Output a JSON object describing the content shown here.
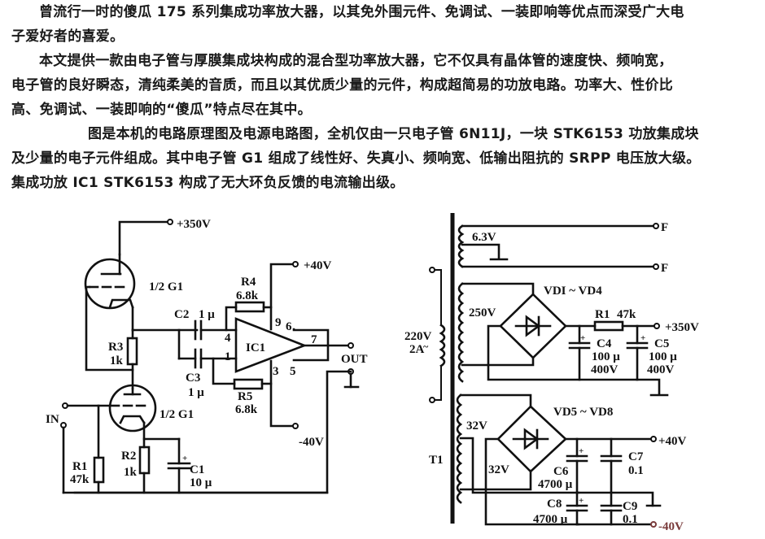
{
  "article": {
    "paragraphs": [
      {
        "lines": [
          "曾流行一时的傻瓜 175 系列集成功率放大器，以其免外围元件、免调试、一装即响等优点而深受广大电",
          "子爱好者的喜爱。"
        ]
      },
      {
        "lines": [
          "本文提供一款由电子管与厚膜集成块构成的混合型功率放大器，它不仅具有晶体管的速度快、频响宽，",
          "电子管的良好瞬态，清纯柔美的音质，而且以其优质少量的元件，构成超简易的功放电路。功率大、性价比",
          "高、免调试、一装即响的“傻瓜”特点尽在其中。"
        ]
      },
      {
        "lines": [
          "图是本机的电路原理图及电源电路图，全机仅由一只电子管 6N11J，一块 STK6153 功放集成块",
          "及少量的电子元件组成。其中电子管 G1 组成了线性好、失真小、频响宽、低输出阻抗的 SRPP 电压放大级。",
          "集成功放 IC1 STK6153 构成了无大环负反馈的电流输出级。"
        ]
      }
    ]
  },
  "amplifier": {
    "supply_hv": "+350V",
    "tube_upper": "1/2 G1",
    "tube_lower": "1/2 G1",
    "r3": {
      "name": "R3",
      "value": "1k"
    },
    "r1": {
      "name": "R1",
      "value": "47k"
    },
    "r2": {
      "name": "R2",
      "value": "1k"
    },
    "c1": {
      "name": "C1",
      "value": "10 μ"
    },
    "c2": {
      "name": "C2",
      "value": "1 μ"
    },
    "c3": {
      "name": "C3",
      "value": "1 μ"
    },
    "r4": {
      "name": "R4",
      "value": "6.8k"
    },
    "r5": {
      "name": "R5",
      "value": "6.8k"
    },
    "ic": "IC1",
    "pins": {
      "p9": "9",
      "p6": "6",
      "p7": "7",
      "p4": "4",
      "p1": "1",
      "p3": "3",
      "p5": "5"
    },
    "supply_pos": "+40V",
    "supply_neg": "-40V",
    "input": "IN",
    "output": "OUT"
  },
  "power_supply": {
    "transformer": "T1",
    "primary": {
      "voltage": "220V",
      "current": "2A",
      "symbol": "~"
    },
    "heater": "6.3V",
    "heater_terminal_1": "F",
    "heater_terminal_2": "F",
    "hv_winding": "250V",
    "bridge_hv": "VDI ~ VD4",
    "r1": {
      "name": "R1",
      "value": "47k"
    },
    "c4": {
      "name": "C4",
      "value": "100 μ",
      "rating": "400V"
    },
    "c5": {
      "name": "C5",
      "value": "100 μ",
      "rating": "400V"
    },
    "out_hv": "+350V",
    "lv_winding_1": "32V",
    "lv_winding_2": "32V",
    "bridge_lv": "VD5 ~ VD8",
    "c6": {
      "name": "C6",
      "value": "4700 μ"
    },
    "c7": {
      "name": "C7",
      "value": "0.1"
    },
    "c8": {
      "name": "C8",
      "value": "4700 μ"
    },
    "c9": {
      "name": "C9",
      "value": "0.1"
    },
    "out_pos": "+40V",
    "out_neg": "-40V"
  }
}
